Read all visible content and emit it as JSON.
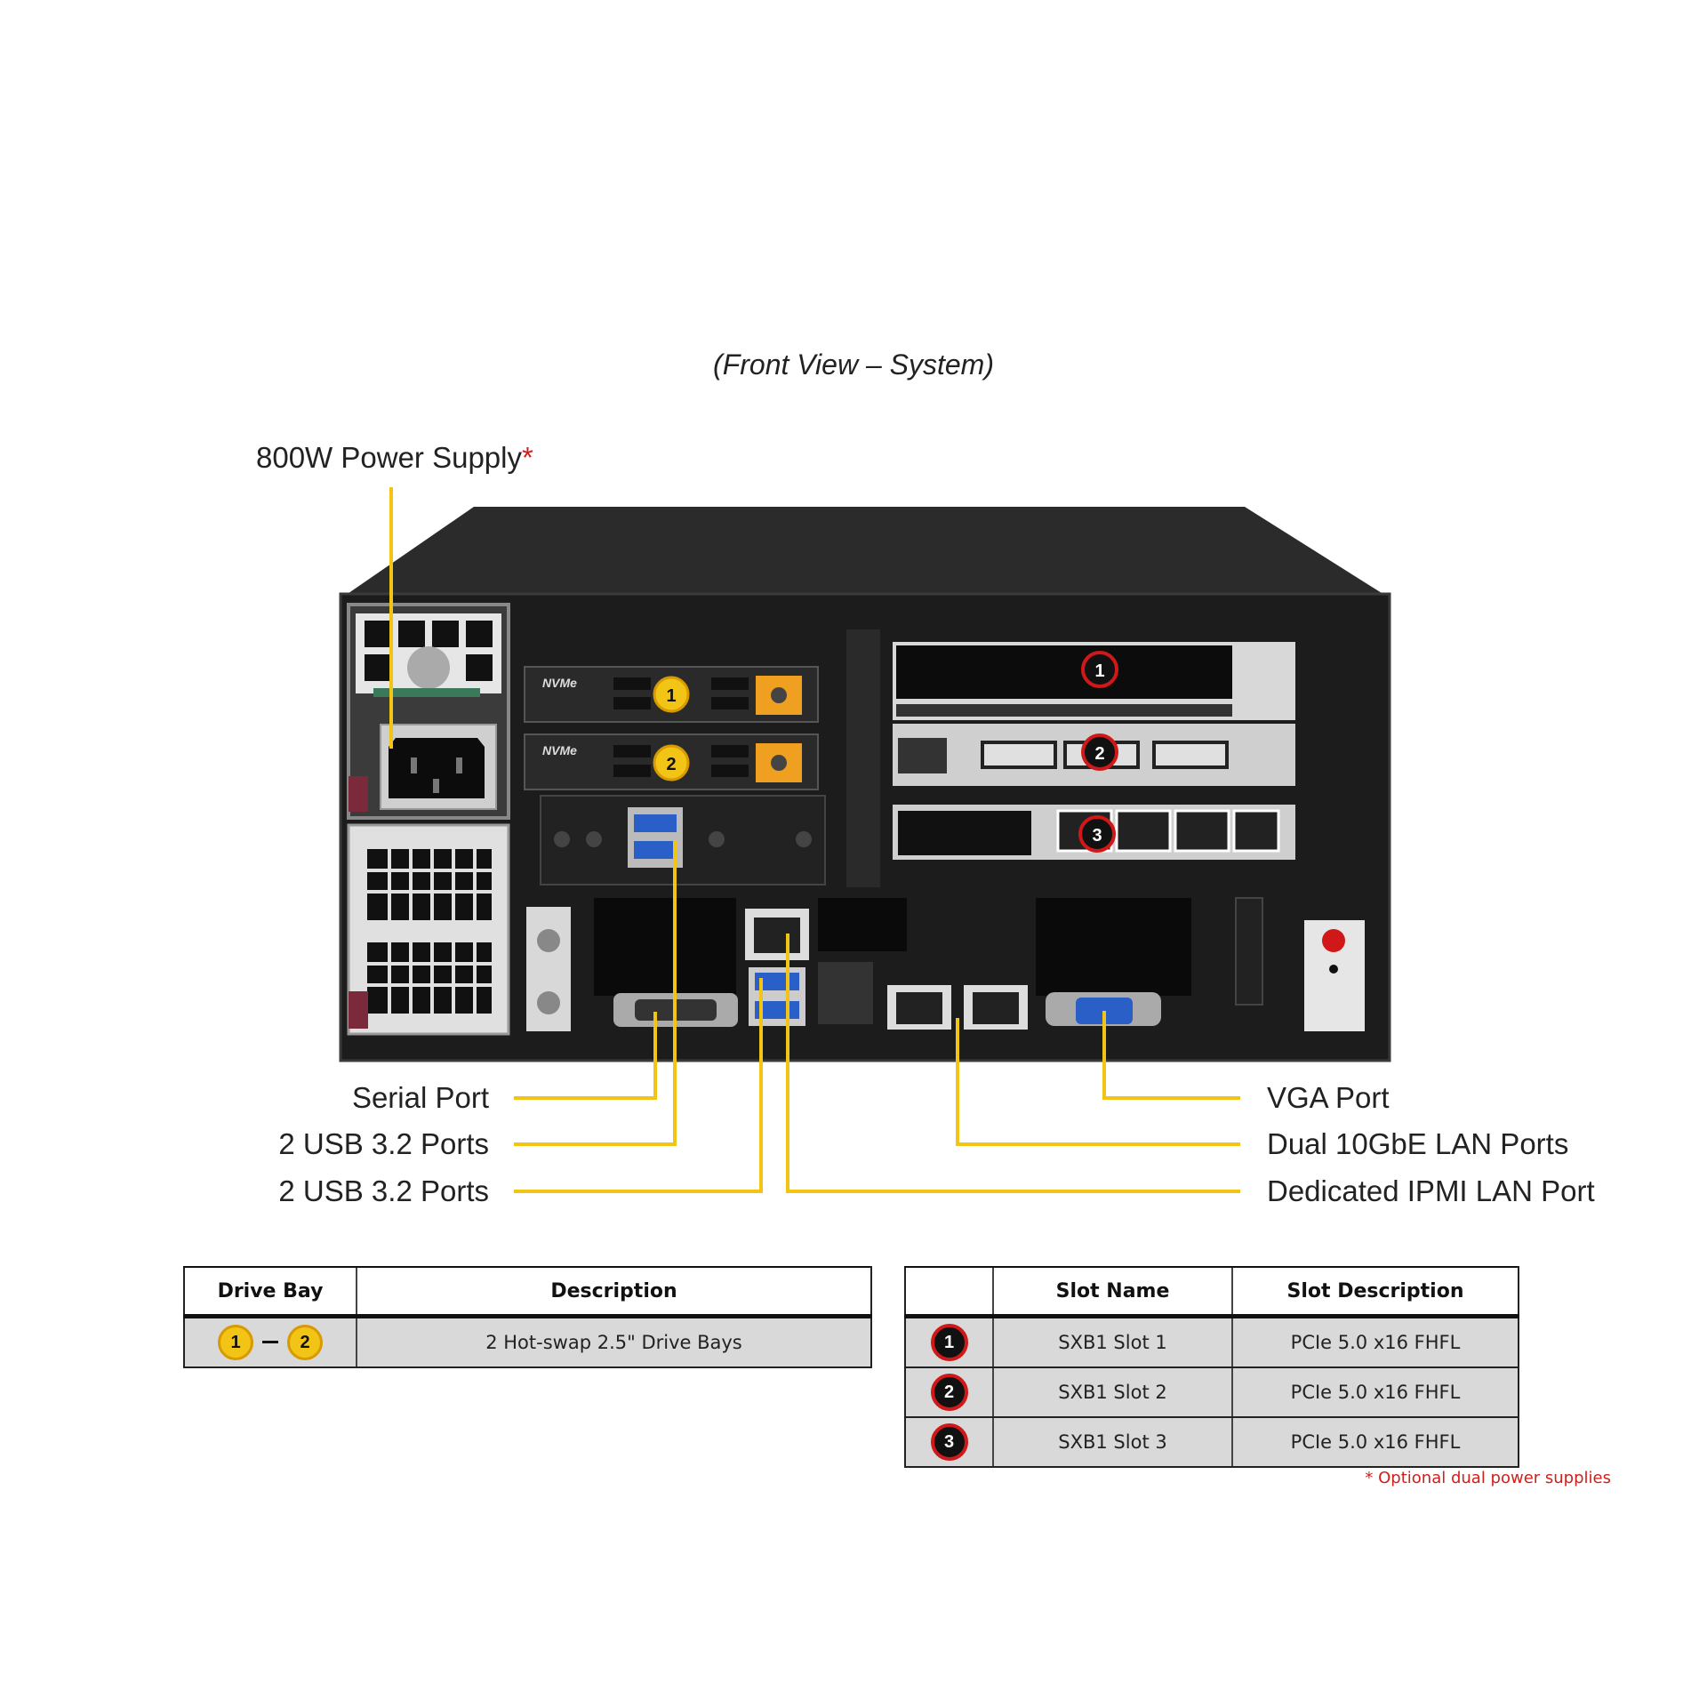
{
  "caption": "(Front View – System)",
  "callouts": {
    "power_supply": "800W Power Supply",
    "power_supply_mark": "*",
    "serial": "Serial Port",
    "usb_a": "2 USB 3.2 Ports",
    "usb_b": "2 USB 3.2 Ports",
    "vga": "VGA Port",
    "lan": "Dual 10GbE LAN Ports",
    "ipmi": "Dedicated IPMI LAN Port"
  },
  "chassis": {
    "drive_bay_label": "NVMe",
    "drive_bays": [
      "1",
      "2"
    ],
    "slots": [
      "1",
      "2",
      "3"
    ]
  },
  "colors": {
    "callout_line": "#f2c416",
    "slot_badge_ring": "#d01818",
    "bay_badge": "#f2c416",
    "footnote": "#d0201c"
  },
  "drive_table": {
    "headers": [
      "Drive Bay",
      "Description"
    ],
    "row": {
      "bay_from": "1",
      "bay_to": "2",
      "description": "2 Hot-swap 2.5\" Drive Bays"
    }
  },
  "slot_table": {
    "headers": [
      "",
      "Slot Name",
      "Slot Description"
    ],
    "rows": [
      {
        "num": "1",
        "name": "SXB1 Slot 1",
        "desc": "PCIe 5.0 x16 FHFL"
      },
      {
        "num": "2",
        "name": "SXB1 Slot 2",
        "desc": "PCIe 5.0 x16 FHFL"
      },
      {
        "num": "3",
        "name": "SXB1 Slot 3",
        "desc": "PCIe 5.0 x16 FHFL"
      }
    ]
  },
  "footnote": "* Optional dual power supplies"
}
